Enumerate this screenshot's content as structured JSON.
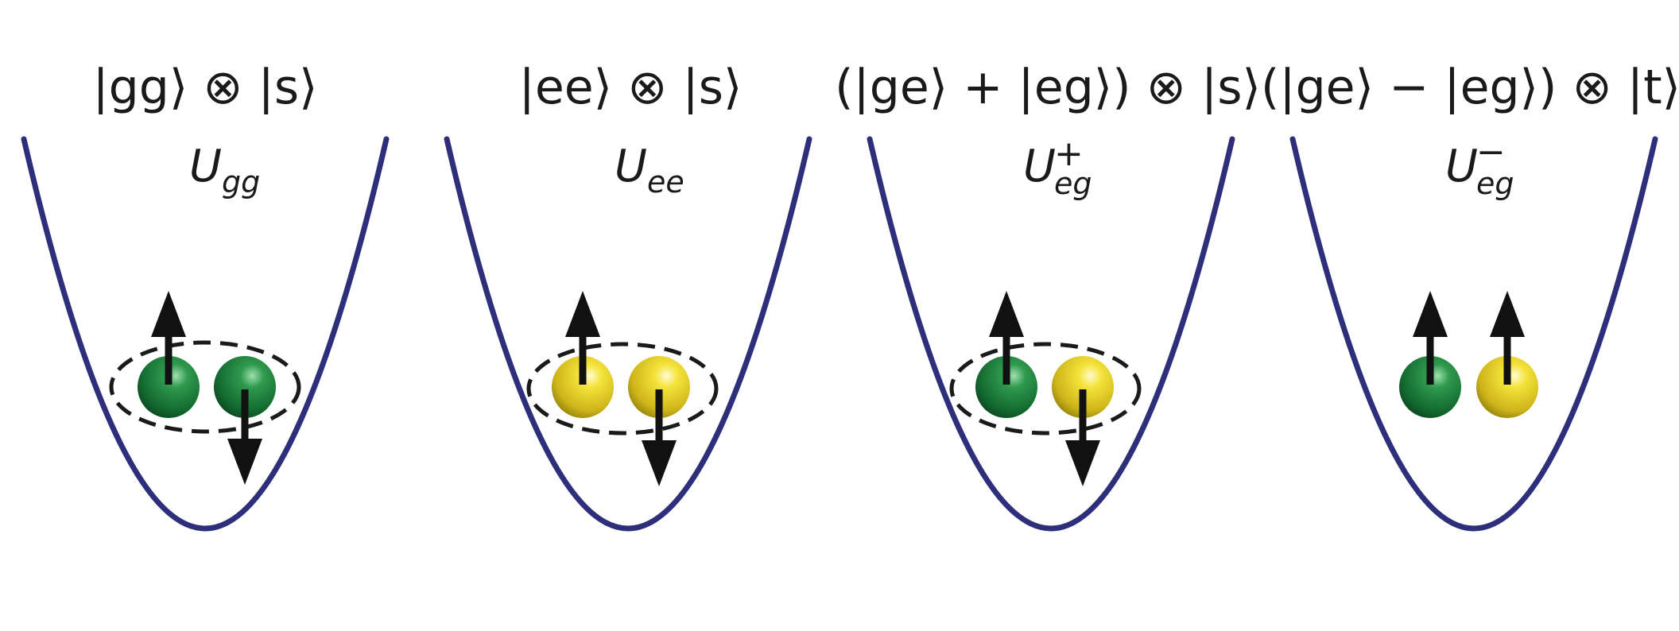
{
  "colors": {
    "well": "#2e2f7a",
    "green_atom": "#1e7a3a",
    "yellow_atom": "#d8c21e",
    "arrow": "#111111",
    "text": "#1a1a1a"
  },
  "panels": [
    {
      "state_label": "|gg⟩ ⊗ |s⟩",
      "energy_symbol": "U",
      "energy_subscript": "gg",
      "energy_superscript": "",
      "atoms": [
        "green",
        "green"
      ],
      "spins": [
        "up",
        "down"
      ],
      "paired": true
    },
    {
      "state_label": "|ee⟩ ⊗ |s⟩",
      "energy_symbol": "U",
      "energy_subscript": "ee",
      "energy_superscript": "",
      "atoms": [
        "yellow",
        "yellow"
      ],
      "spins": [
        "up",
        "down"
      ],
      "paired": true
    },
    {
      "state_label": "(|ge⟩ + |eg⟩) ⊗ |s⟩",
      "energy_symbol": "U",
      "energy_subscript": "eg",
      "energy_superscript": "+",
      "atoms": [
        "green",
        "yellow"
      ],
      "spins": [
        "up",
        "down"
      ],
      "paired": true
    },
    {
      "state_label": "(|ge⟩ − |eg⟩) ⊗ |t⟩",
      "energy_symbol": "U",
      "energy_subscript": "eg",
      "energy_superscript": "−",
      "atoms": [
        "green",
        "yellow"
      ],
      "spins": [
        "up",
        "up"
      ],
      "paired": false
    }
  ]
}
